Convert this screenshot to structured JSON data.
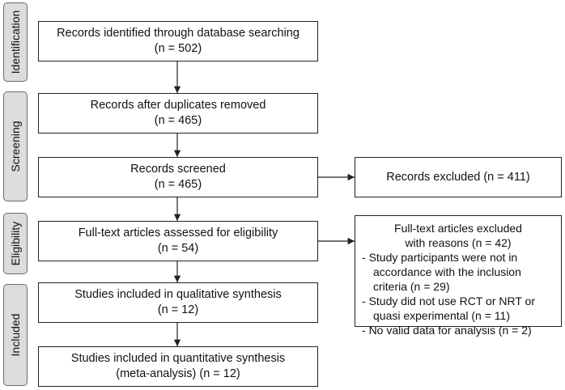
{
  "stages": [
    {
      "id": "identification",
      "label": "Identification"
    },
    {
      "id": "screening",
      "label": "Screening"
    },
    {
      "id": "eligibility",
      "label": "Eligibility"
    },
    {
      "id": "included",
      "label": "Included"
    }
  ],
  "boxes": {
    "identified": {
      "line1": "Records identified through database searching",
      "line2": "(n = 502)"
    },
    "duplicates_removed": {
      "line1": "Records after duplicates removed",
      "line2": "(n = 465)"
    },
    "screened": {
      "line1": "Records screened",
      "line2": "(n = 465)"
    },
    "full_text": {
      "line1": "Full-text articles assessed for eligibility",
      "line2": "(n = 54)"
    },
    "qualitative": {
      "line1": "Studies included in qualitative synthesis",
      "line2": "(n = 12)"
    },
    "quantitative": {
      "line1": "Studies included in quantitative synthesis",
      "line2": "(meta-analysis) (n = 12)"
    },
    "records_excluded": {
      "line1": "Records excluded (n = 411)"
    },
    "full_text_excluded": {
      "heading1": "Full-text articles excluded",
      "heading2": "with reasons (n = 42)",
      "reasons": [
        "Study participants were not in accordance with the inclusion criteria (n = 29)",
        "Study did not use RCT or NRT or quasi experimental (n = 11)",
        "No valid data for analysis (n = 2)"
      ]
    }
  }
}
